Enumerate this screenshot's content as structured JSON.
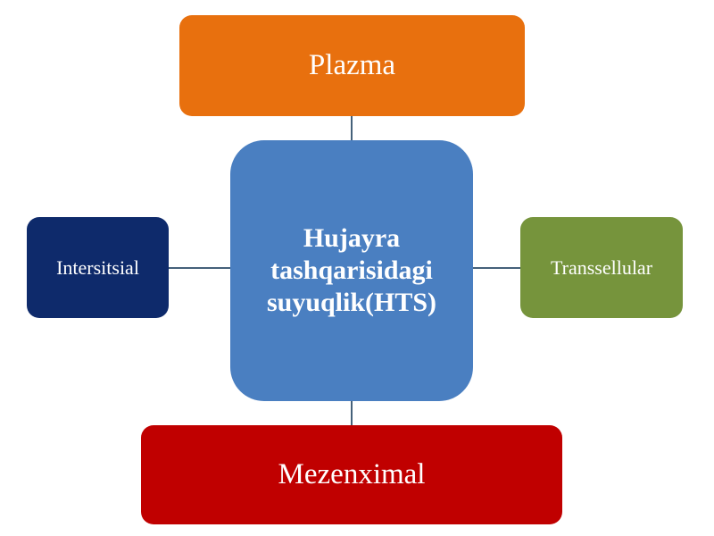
{
  "diagram": {
    "center": {
      "label": "Hujayra tashqarisidagi suyuqlik(HTS)",
      "color": "#4a7fc1"
    },
    "top": {
      "label": "Plazma",
      "color": "#e8700e"
    },
    "left": {
      "label": "Intersitsial",
      "color": "#0e2a6b"
    },
    "right": {
      "label": "Transsellular",
      "color": "#76943c"
    },
    "bottom": {
      "label": "Mezenximal",
      "color": "#c00000"
    },
    "connector_color": "#45617a"
  }
}
